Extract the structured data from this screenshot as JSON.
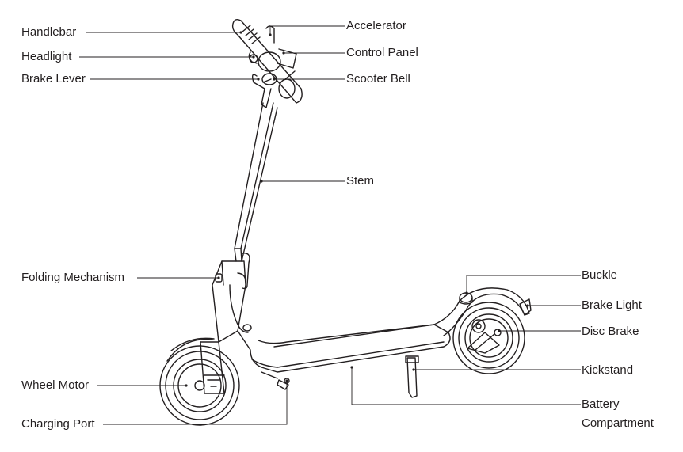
{
  "labels": {
    "handlebar": "Handlebar",
    "headlight": "Headlight",
    "brake_lever": "Brake Lever",
    "folding_mechanism": "Folding Mechanism",
    "wheel_motor": "Wheel Motor",
    "charging_port": "Charging Port",
    "accelerator": "Accelerator",
    "control_panel": "Control Panel",
    "scooter_bell": "Scooter Bell",
    "stem": "Stem",
    "buckle": "Buckle",
    "brake_light": "Brake Light",
    "disc_brake": "Disc Brake",
    "kickstand": "Kickstand",
    "battery_compartment_line1": "Battery",
    "battery_compartment_line2": "Compartment"
  },
  "colors": {
    "line": "#231f20",
    "text": "#231f20",
    "background": "#ffffff"
  }
}
